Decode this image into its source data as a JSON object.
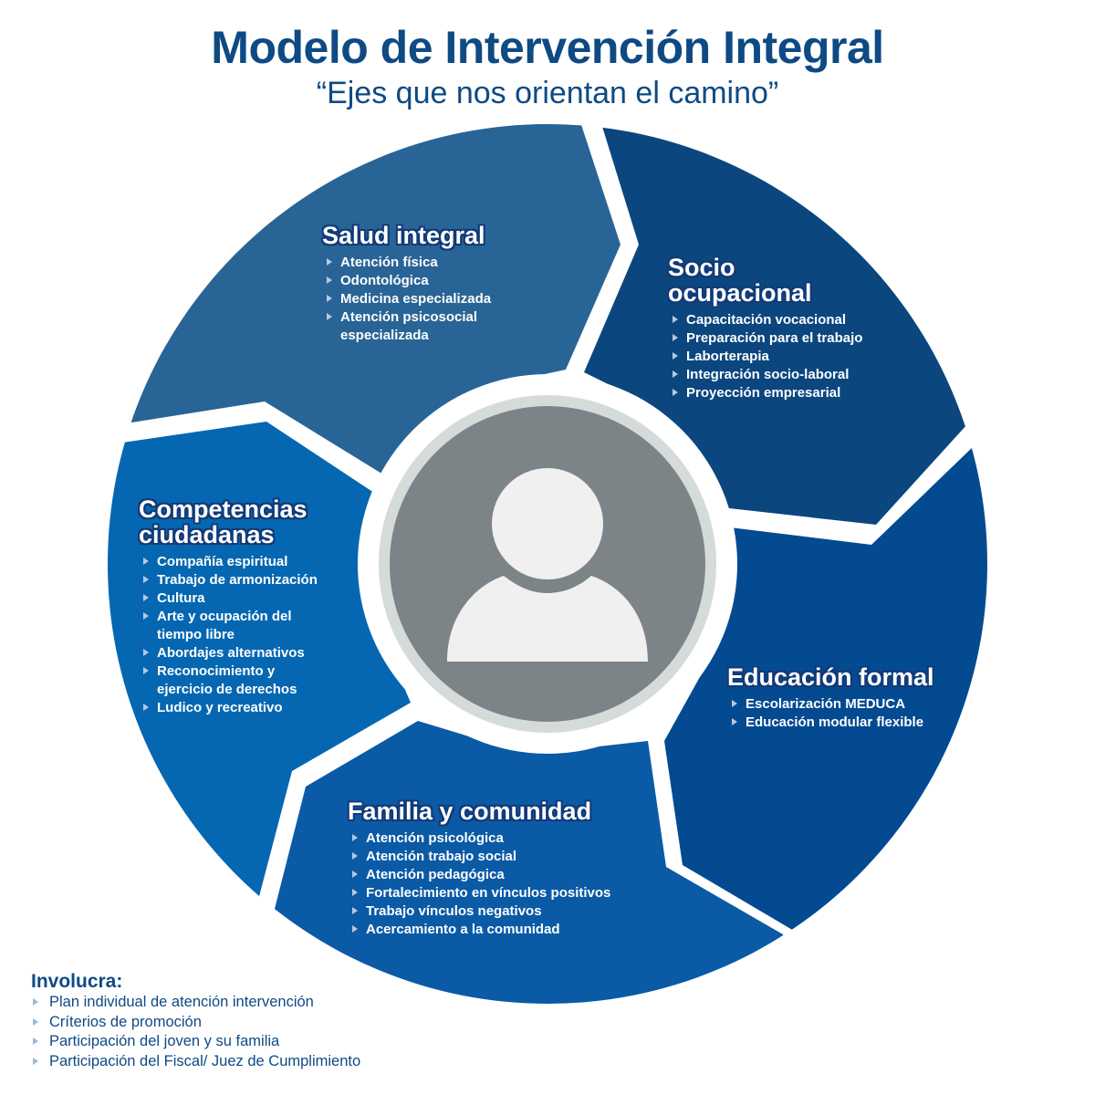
{
  "header": {
    "title": "Modelo de Intervención Integral",
    "subtitle": "“Ejes que nos orientan el camino”"
  },
  "colors": {
    "title": "#0e4a84",
    "salud": "#296496",
    "socio": "#0b467f",
    "educacion": "#034a91",
    "familia": "#0a5aa6",
    "competencias": "#0567b1",
    "center_ring": "#d5dbd9",
    "center_disc": "#7d8488",
    "avatar": "#f0f0f0"
  },
  "center": {
    "icon": "person-icon"
  },
  "segments": {
    "salud": {
      "title": "Salud integral",
      "items": [
        "Atención física",
        "Odontológica",
        "Medicina especializada",
        "Atención psicosocial especializada"
      ]
    },
    "socio": {
      "title_line1": "Socio",
      "title_line2": "ocupacional",
      "items": [
        "Capacitación vocacional",
        "Preparación para el trabajo",
        "Laborterapia",
        "Integración socio-laboral",
        "Proyección empresarial"
      ]
    },
    "educacion": {
      "title": "Educación formal",
      "items": [
        "Escolarización MEDUCA",
        "Educación modular flexible"
      ]
    },
    "familia": {
      "title": "Familia y comunidad",
      "items": [
        "Atención psicológica",
        "Atención trabajo social",
        "Atención pedagógica",
        "Fortalecimiento en vínculos positivos",
        "Trabajo vínculos negativos",
        "Acercamiento a la comunidad"
      ]
    },
    "competencias": {
      "title_line1": "Competencias",
      "title_line2": "ciudadanas",
      "items": [
        "Compañía espiritual",
        "Trabajo de armonización",
        "Cultura",
        "Arte y ocupación del tiempo libre",
        "Abordajes alternativos",
        "Reconocimiento y ejercicio de derechos",
        "Ludico y recreativo"
      ]
    }
  },
  "involucra": {
    "heading": "Involucra:",
    "items": [
      "Plan individual de atención intervención",
      "Críterios de promoción",
      "Participación del joven y su familia",
      "Participación del Fiscal/ Juez de Cumplimiento"
    ]
  }
}
